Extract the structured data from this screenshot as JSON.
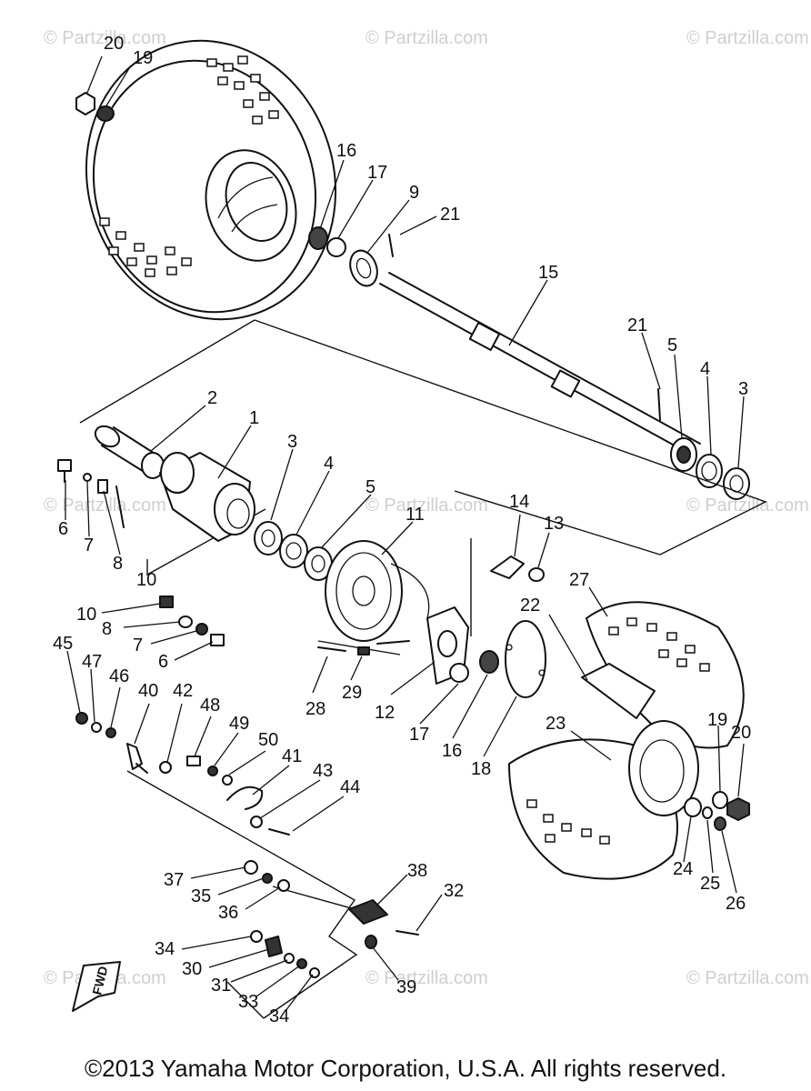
{
  "watermarks": [
    "© Partzilla.com",
    "© Partzilla.com",
    "© Partzilla.com",
    "© Partzilla.com",
    "© Partzilla.com",
    "© Partzilla.com",
    "© Partzilla.com",
    "© Partzilla.com",
    "© Partzilla.com"
  ],
  "fwd_label": "FWD",
  "copyright": "©2013  Yamaha Motor Corporation, U.S.A. All rights reserved.",
  "callouts": [
    "20",
    "19",
    "16",
    "17",
    "9",
    "21",
    "15",
    "21",
    "5",
    "4",
    "3",
    "2",
    "1",
    "3",
    "4",
    "5",
    "6",
    "7",
    "8",
    "10",
    "11",
    "14",
    "13",
    "27",
    "10",
    "8",
    "7",
    "6",
    "22",
    "45",
    "47",
    "46",
    "40",
    "42",
    "48",
    "49",
    "50",
    "41",
    "43",
    "44",
    "28",
    "29",
    "12",
    "17",
    "16",
    "18",
    "23",
    "19",
    "20",
    "24",
    "25",
    "26",
    "37",
    "35",
    "36",
    "38",
    "32",
    "34",
    "30",
    "31",
    "33",
    "34",
    "39"
  ]
}
